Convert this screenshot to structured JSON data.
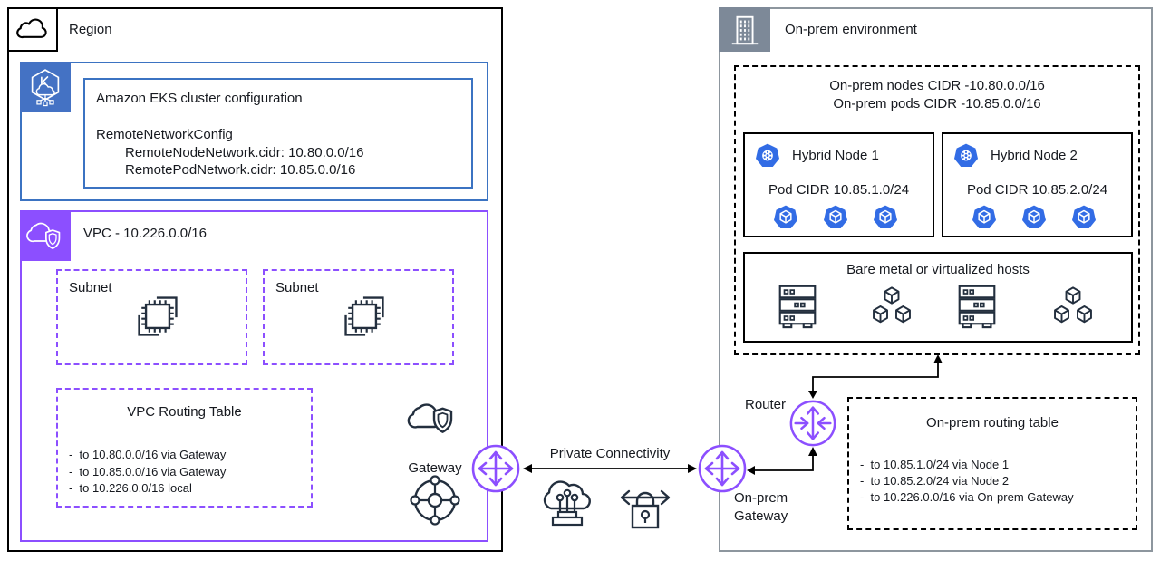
{
  "colors": {
    "eks_blue": "#3B73C2",
    "vpc_purple": "#8C4FFF",
    "onprem_gray": "#7D8998",
    "kubernetes_blue": "#326CE5",
    "icon_ink": "#232F3E"
  },
  "region": {
    "label": "Region",
    "eks": {
      "title": "Amazon EKS cluster configuration",
      "config": [
        "RemoteNetworkConfig",
        "RemoteNodeNetwork.cidr: 10.80.0.0/16",
        "RemotePodNetwork.cidr: 10.85.0.0/16"
      ]
    },
    "vpc": {
      "label": "VPC - 10.226.0.0/16",
      "subnets": [
        "Subnet",
        "Subnet"
      ],
      "routing_table": {
        "title": "VPC Routing Table",
        "routes": [
          "-  to 10.80.0.0/16 via Gateway",
          "-  to 10.85.0.0/16 via Gateway",
          "-  to 10.226.0.0/16 local"
        ]
      },
      "gateway_label": "Gateway"
    }
  },
  "connection": {
    "label": "Private Connectivity"
  },
  "onprem": {
    "label": "On-prem environment",
    "cidr_lines": [
      "On-prem nodes CIDR -10.80.0.0/16",
      "On-prem pods CIDR -10.85.0.0/16"
    ],
    "nodes": [
      {
        "name": "Hybrid Node 1",
        "pod_cidr": "Pod CIDR 10.85.1.0/24"
      },
      {
        "name": "Hybrid Node 2",
        "pod_cidr": "Pod CIDR 10.85.2.0/24"
      }
    ],
    "hosts_label": "Bare metal or virtualized hosts",
    "router_label": "Router",
    "gateway_label": [
      "On-prem",
      "Gateway"
    ],
    "routing_table": {
      "title": "On-prem routing table",
      "routes": [
        "-  to 10.85.1.0/24 via Node 1",
        "-  to 10.85.2.0/24 via Node 2",
        "-  to 10.226.0.0/16 via On-prem Gateway"
      ]
    }
  }
}
